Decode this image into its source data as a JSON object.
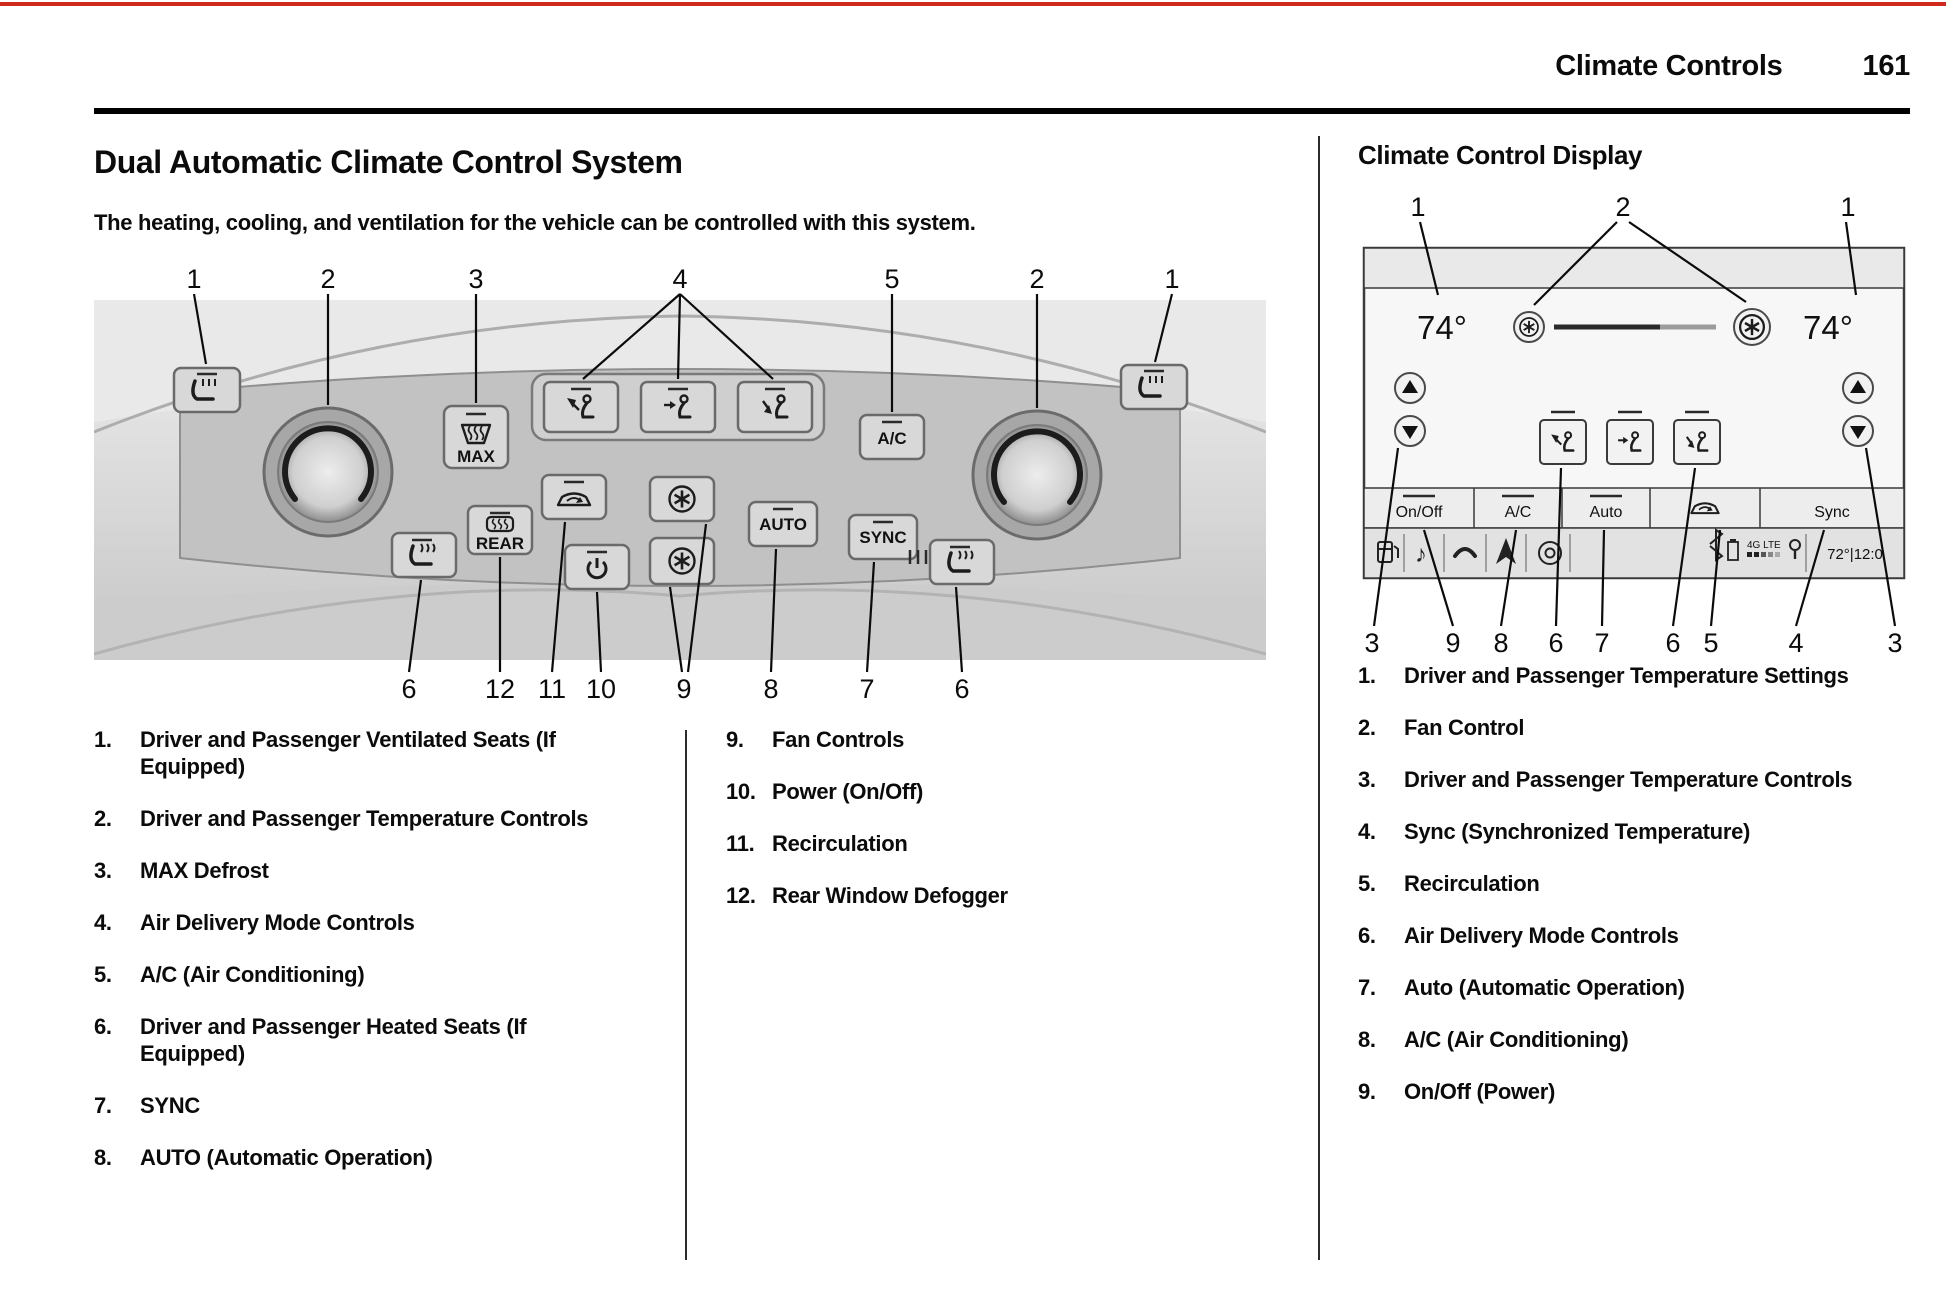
{
  "page": {
    "header_title": "Climate Controls",
    "page_number": "161"
  },
  "left": {
    "title": "Dual Automatic Climate Control System",
    "intro": "The heating, cooling, and ventilation for the vehicle can be controlled with this system.",
    "panel": {
      "callouts_top": [
        "1",
        "2",
        "3",
        "4",
        "5",
        "2",
        "1"
      ],
      "callouts_bottom": [
        "6",
        "12",
        "11",
        "10",
        "9",
        "8",
        "7",
        "6"
      ],
      "labels": {
        "max": "MAX",
        "rear": "REAR",
        "ac": "A/C",
        "auto": "AUTO",
        "sync": "SYNC"
      },
      "icons": [
        "ventilated-seat",
        "temperature-knob",
        "max-defrost",
        "air-to-windshield",
        "air-to-vents",
        "air-to-floor",
        "air-conditioning",
        "recirculation",
        "fan-up",
        "fan-down",
        "power",
        "rear-defogger",
        "heated-seat"
      ]
    },
    "legend": [
      {
        "num": "1.",
        "text": "Driver and Passenger Ventilated Seats (If Equipped)"
      },
      {
        "num": "2.",
        "text": "Driver and Passenger Temperature Controls"
      },
      {
        "num": "3.",
        "text": "MAX Defrost"
      },
      {
        "num": "4.",
        "text": "Air Delivery Mode Controls"
      },
      {
        "num": "5.",
        "text": "A/C (Air Conditioning)"
      },
      {
        "num": "6.",
        "text": "Driver and Passenger Heated Seats (If Equipped)"
      },
      {
        "num": "7.",
        "text": "SYNC"
      },
      {
        "num": "8.",
        "text": "AUTO (Automatic Operation)"
      },
      {
        "num": "9.",
        "text": "Fan Controls"
      },
      {
        "num": "10.",
        "text": "Power (On/Off)"
      },
      {
        "num": "11.",
        "text": "Recirculation"
      },
      {
        "num": "12.",
        "text": "Rear Window Defogger"
      }
    ]
  },
  "right": {
    "title": "Climate Control Display",
    "display": {
      "callouts_top": [
        "1",
        "2",
        "1"
      ],
      "callouts_bottom": [
        "3",
        "9",
        "8",
        "6",
        "7",
        "6",
        "5",
        "4",
        "3"
      ],
      "driver_temp": "74°",
      "passenger_temp": "74°",
      "buttons": {
        "onoff": "On/Off",
        "ac": "A/C",
        "auto": "Auto",
        "sync": "Sync"
      },
      "status": {
        "network": "4G LTE",
        "temp_time": "72°|12:0",
        "music_note": "♪"
      },
      "icons": [
        "fan-small",
        "fan-large",
        "temp-up-arrow",
        "temp-down-arrow",
        "air-to-windshield",
        "air-to-vents",
        "air-to-floor",
        "recirculation-car",
        "fuel-pump",
        "music-note",
        "phone",
        "navigation-arrow",
        "settings-knob",
        "bluetooth",
        "battery",
        "signal-bars",
        "location-pin"
      ]
    },
    "legend": [
      {
        "num": "1.",
        "text": "Driver and Passenger Temperature Settings"
      },
      {
        "num": "2.",
        "text": "Fan Control"
      },
      {
        "num": "3.",
        "text": "Driver and Passenger Temperature Controls"
      },
      {
        "num": "4.",
        "text": "Sync (Synchronized Temperature)"
      },
      {
        "num": "5.",
        "text": "Recirculation"
      },
      {
        "num": "6.",
        "text": "Air Delivery Mode Controls"
      },
      {
        "num": "7.",
        "text": "Auto (Automatic Operation)"
      },
      {
        "num": "8.",
        "text": "A/C (Air Conditioning)"
      },
      {
        "num": "9.",
        "text": "On/Off (Power)"
      }
    ]
  }
}
